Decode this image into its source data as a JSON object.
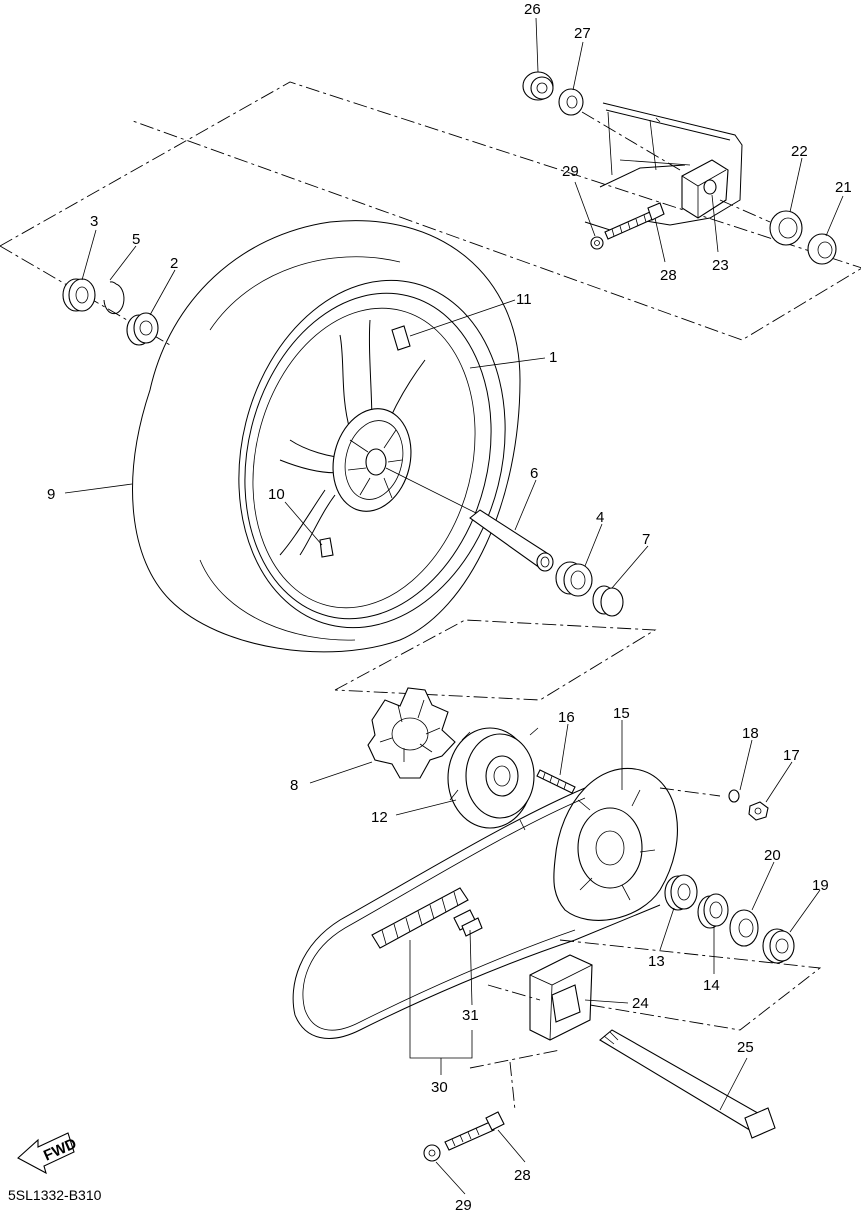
{
  "drawing_code": "5SL1332-B310",
  "fwd_label": "FWD",
  "callouts": [
    "1",
    "2",
    "3",
    "4",
    "5",
    "6",
    "7",
    "8",
    "9",
    "10",
    "11",
    "12",
    "13",
    "14",
    "15",
    "16",
    "17",
    "18",
    "19",
    "20",
    "21",
    "22",
    "23",
    "24",
    "25",
    "26",
    "27",
    "28",
    "29",
    "30",
    "31"
  ]
}
